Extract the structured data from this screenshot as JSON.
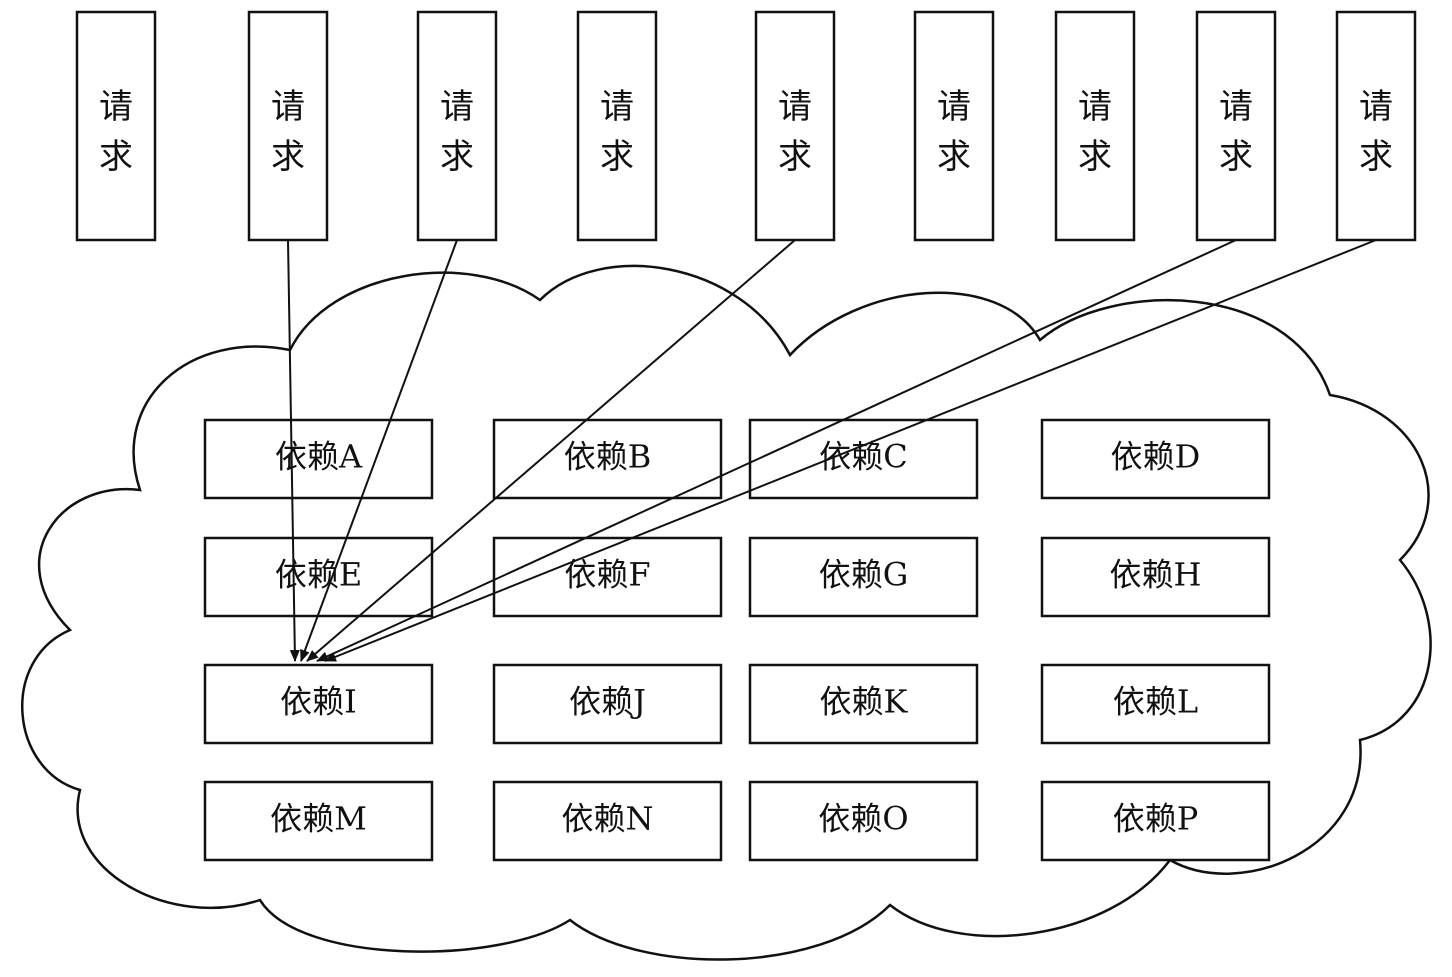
{
  "requests": [
    {
      "chars": [
        "请",
        "求"
      ]
    },
    {
      "chars": [
        "请",
        "求"
      ]
    },
    {
      "chars": [
        "请",
        "求"
      ]
    },
    {
      "chars": [
        "请",
        "求"
      ]
    },
    {
      "chars": [
        "请",
        "求"
      ]
    },
    {
      "chars": [
        "请",
        "求"
      ]
    },
    {
      "chars": [
        "请",
        "求"
      ]
    },
    {
      "chars": [
        "请",
        "求"
      ]
    },
    {
      "chars": [
        "请",
        "求"
      ]
    }
  ],
  "dependencies": [
    [
      "依赖A",
      "依赖B",
      "依赖C",
      "依赖D"
    ],
    [
      "依赖E",
      "依赖F",
      "依赖G",
      "依赖H"
    ],
    [
      "依赖I",
      "依赖J",
      "依赖K",
      "依赖L"
    ],
    [
      "依赖M",
      "依赖N",
      "依赖O",
      "依赖P"
    ]
  ],
  "edges": [
    {
      "from_request": 1,
      "to": "依赖I"
    },
    {
      "from_request": 2,
      "to": "依赖I"
    },
    {
      "from_request": 4,
      "to": "依赖I"
    },
    {
      "from_request": 7,
      "to": "依赖I"
    },
    {
      "from_request": 8,
      "to": "依赖I"
    }
  ]
}
